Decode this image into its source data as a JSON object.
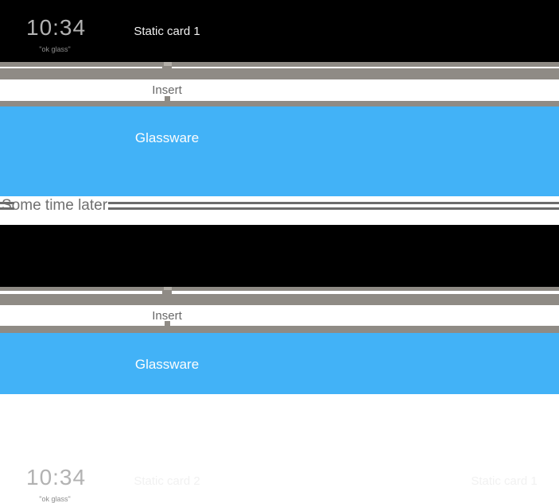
{
  "colors": {
    "card_black": "#000000",
    "timeline_gray": "#8f8b85",
    "glassware_blue": "#42b2f7",
    "divider_line": "#6b6b6b",
    "insert_text": "#686868",
    "divider_text": "#6f6f6f",
    "clock_text": "#b2b2b2",
    "ok_glass_text": "#8d8d8d",
    "card_label_text": "#f1f1f1",
    "glassware_text": "#fdfdfd"
  },
  "section1": {
    "clock_time": "10:34",
    "clock_hint": "\"ok glass\"",
    "card_label": "Static card 1",
    "insert_label": "Insert",
    "glassware_label": "Glassware"
  },
  "divider": {
    "label": "Some time later"
  },
  "section2": {
    "clock_time": "10:34",
    "clock_hint": "\"ok glass\"",
    "card_label_center": "Static card 2",
    "card_label_right": "Static card 1",
    "insert_label": "Insert",
    "glassware_label": "Glassware"
  }
}
